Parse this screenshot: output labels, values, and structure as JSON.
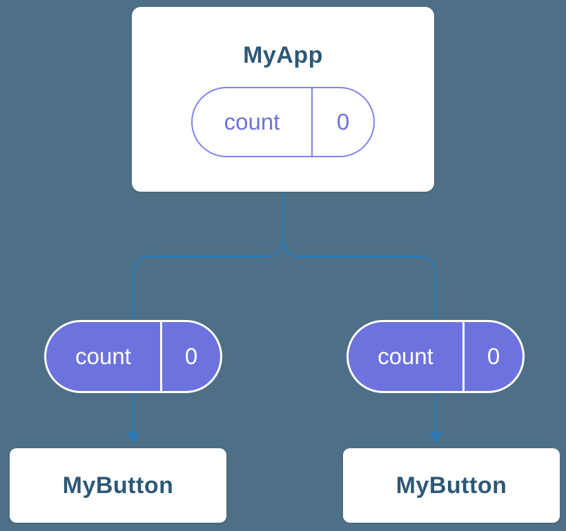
{
  "diagram": {
    "parent": {
      "title": "MyApp",
      "pill": {
        "label": "count",
        "value": "0"
      }
    },
    "children": [
      {
        "title": "MyButton",
        "pill": {
          "label": "count",
          "value": "0"
        }
      },
      {
        "title": "MyButton",
        "pill": {
          "label": "count",
          "value": "0"
        }
      }
    ]
  },
  "colors": {
    "background": "#4d7086",
    "card_background": "#ffffff",
    "title_text": "#2d5876",
    "accent_purple": "#6d73de",
    "pill_outline": "#7e82e8",
    "connector_blue": "#2a79b8"
  }
}
